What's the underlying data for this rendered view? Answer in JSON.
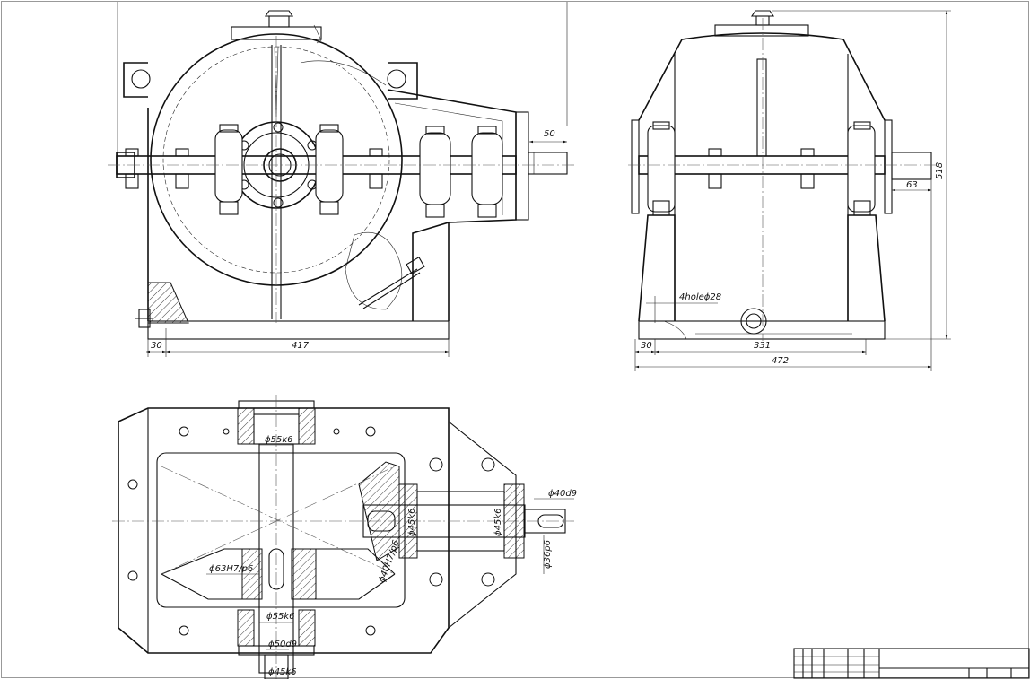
{
  "front_view": {
    "dims": {
      "shaft_offset": "50",
      "left_margin": "30",
      "base_length": "417"
    }
  },
  "side_view": {
    "dims": {
      "shaft_extension": "63",
      "height": "518",
      "hole_note": "4holeϕ28",
      "left_margin": "30",
      "bolt_span": "331",
      "overall_width": "472"
    }
  },
  "plan_view": {
    "dims": {
      "top_bearing": "ϕ55k6",
      "bottom_bearing": "ϕ55k6",
      "out_shaft": "ϕ50d9",
      "out_shaft_end": "ϕ45k6",
      "gear_bore": "ϕ63H7/p6",
      "pinion_fit": "ϕ40H7/p6",
      "pinion_bearing_left": "ϕ45k6",
      "pinion_bearing_right": "ϕ45k6",
      "in_shaft_collar": "ϕ40d9",
      "in_shaft_end": "ϕ36p6"
    }
  }
}
